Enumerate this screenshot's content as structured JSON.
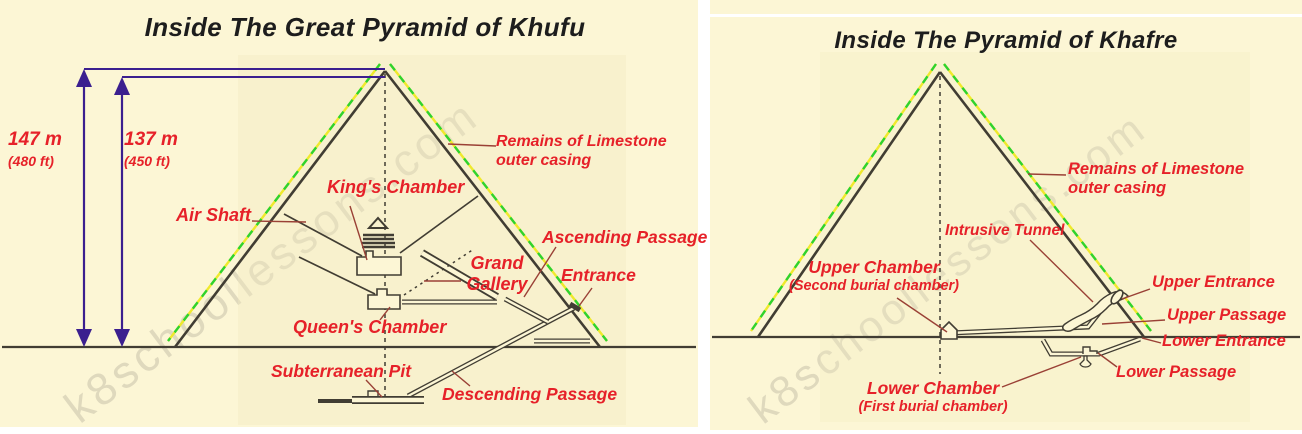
{
  "colors": {
    "panel_bg": "#fcf6d5",
    "label_red": "#e62129",
    "line_dark": "#413d33",
    "leader_red": "#9a4136",
    "arrow_purple": "#3b1f8f",
    "casing_green": "#2ed32e",
    "casing_yellow": "#efe92c",
    "title_dark": "#1d1d1d",
    "watermark_gray": "#8f887a"
  },
  "left": {
    "title": "Inside The Great Pyramid of Khufu",
    "watermark": "k8schoollessons.com",
    "h147": {
      "value": "147 m",
      "alt": "(480 ft)"
    },
    "h137": {
      "value": "137 m",
      "alt": "(450 ft)"
    },
    "labels": {
      "remains": {
        "line1": "Remains of Limestone",
        "line2": "outer casing"
      },
      "kings": {
        "text": "King's Chamber"
      },
      "air_shaft": {
        "text": "Air Shaft"
      },
      "ascending": {
        "text": "Ascending Passage"
      },
      "grand": {
        "line1": "Grand",
        "line2": "Gallery"
      },
      "entrance": {
        "text": "Entrance"
      },
      "queens": {
        "text": "Queen's Chamber"
      },
      "subterranean": {
        "text": "Subterranean Pit"
      },
      "descending": {
        "text": "Descending Passage"
      }
    }
  },
  "right": {
    "title": "Inside The Pyramid of Khafre",
    "watermark": "k8schoollessons.com",
    "labels": {
      "remains": {
        "line1": "Remains of Limestone",
        "line2": "outer casing"
      },
      "intrusive": {
        "text": "Intrusive Tunnel"
      },
      "upper_chamber": {
        "line1": "Upper Chamber",
        "line2": "(Second burial chamber)"
      },
      "upper_entrance": {
        "text": "Upper Entrance"
      },
      "upper_passage": {
        "text": "Upper Passage"
      },
      "lower_entrance": {
        "text": "Lower Entrance"
      },
      "lower_passage": {
        "text": "Lower Passage"
      },
      "lower_chamber": {
        "line1": "Lower Chamber",
        "line2": "(First burial chamber)"
      }
    }
  }
}
